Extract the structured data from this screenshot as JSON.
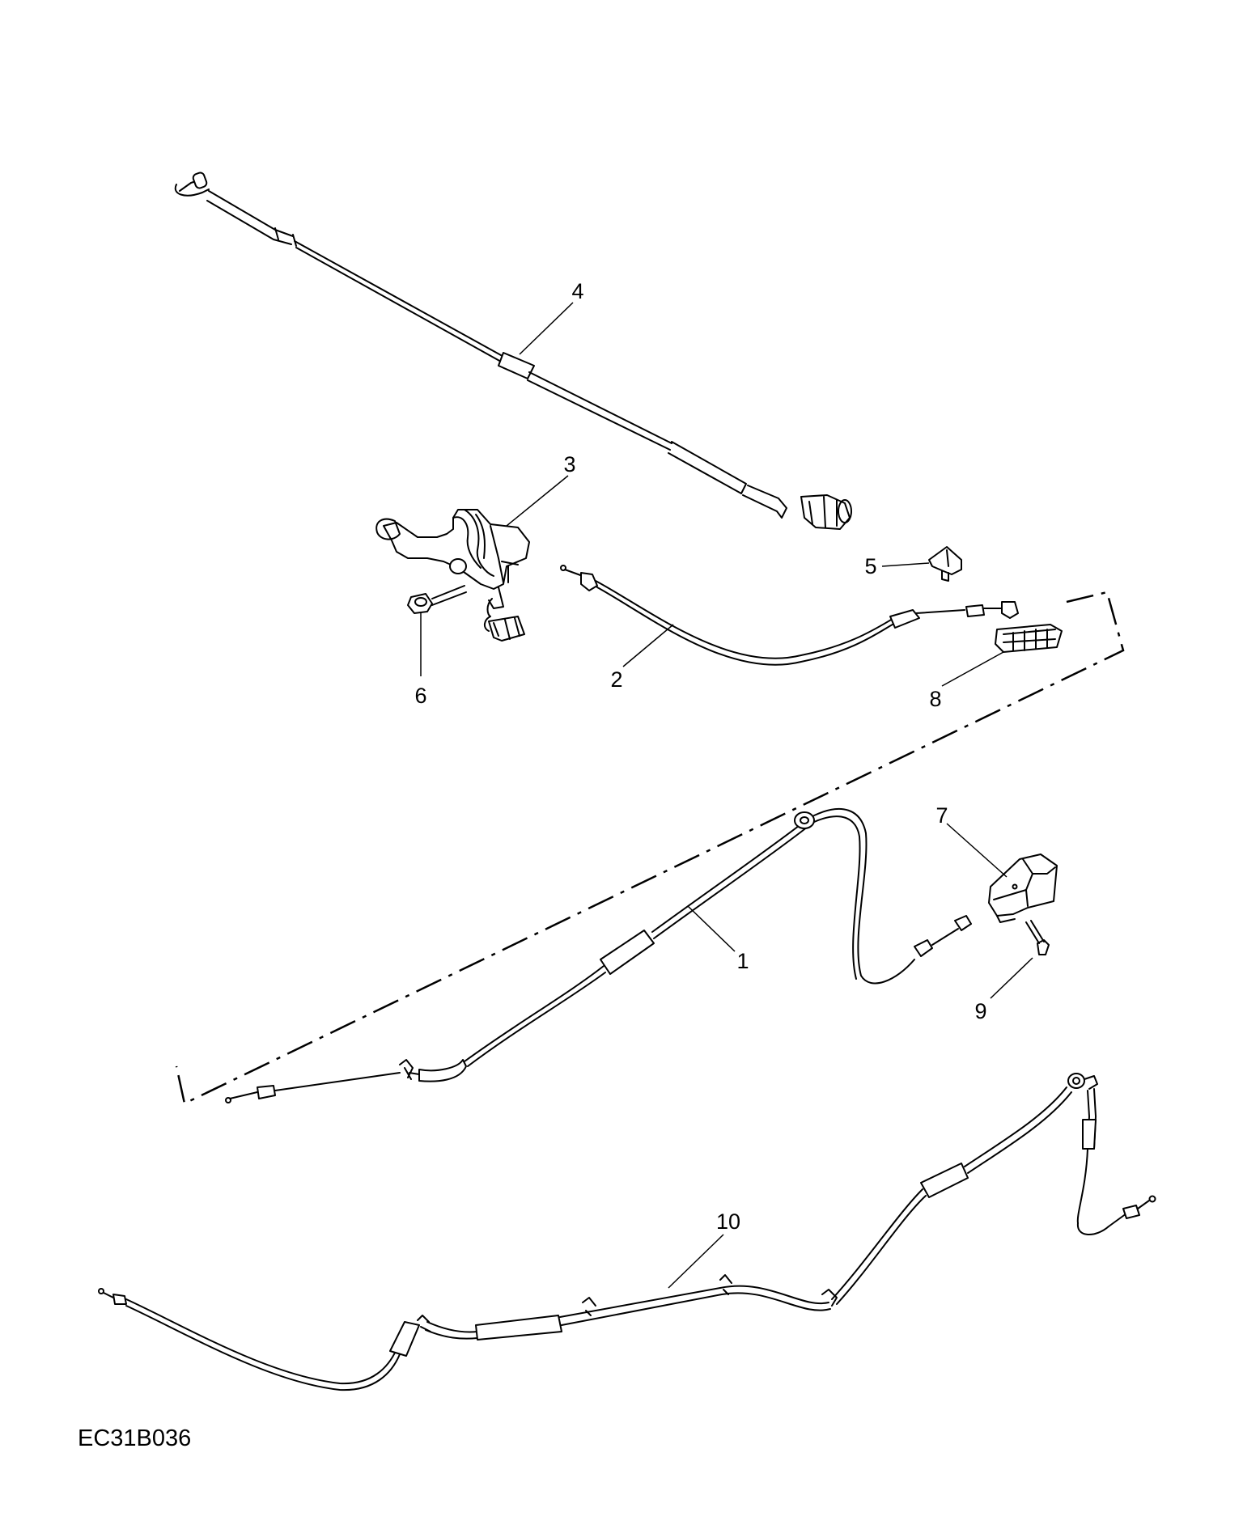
{
  "drawing_code": "EC31B036",
  "callouts": [
    {
      "id": "1",
      "label": "1"
    },
    {
      "id": "2",
      "label": "2"
    },
    {
      "id": "3",
      "label": "3"
    },
    {
      "id": "4",
      "label": "4"
    },
    {
      "id": "5",
      "label": "5"
    },
    {
      "id": "6",
      "label": "6"
    },
    {
      "id": "7",
      "label": "7"
    },
    {
      "id": "8",
      "label": "8"
    },
    {
      "id": "9",
      "label": "9"
    },
    {
      "id": "10",
      "label": "10"
    }
  ]
}
